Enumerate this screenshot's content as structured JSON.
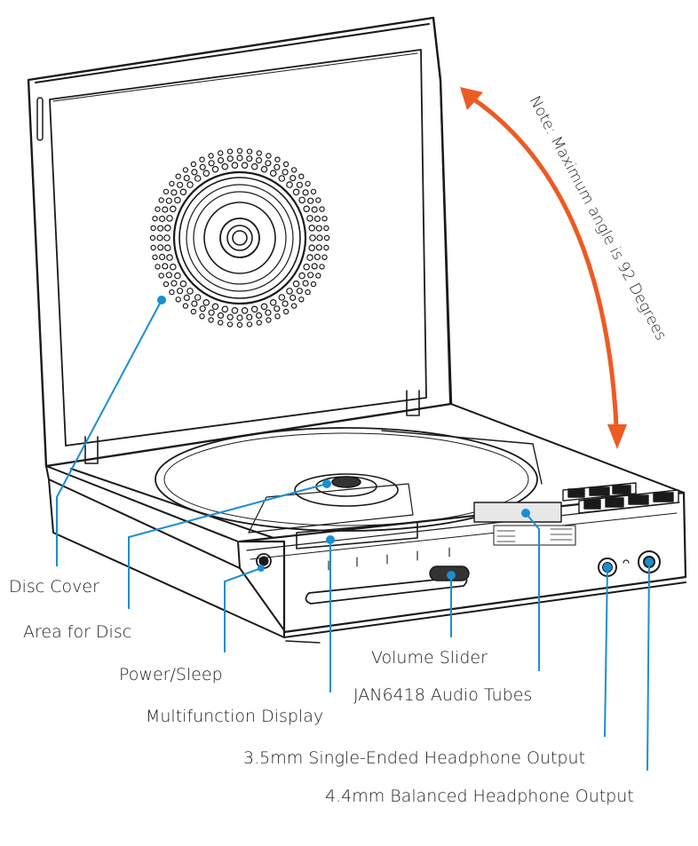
{
  "note": "Note: Maximum angle is 92 Degrees",
  "colors": {
    "callout": "#1a8fd0",
    "arrow": "#ee5a24",
    "ink": "#1a1a1a"
  },
  "labels": {
    "disc_cover": "Disc Cover",
    "area_for_disc": "Area for Disc",
    "power_sleep": "Power/Sleep",
    "multifunction_display": "Multifunction Display",
    "volume_slider": "Volume Slider",
    "audio_tubes": "JAN6418 Audio Tubes",
    "output_35": "3.5mm Single-Ended Headphone Output",
    "output_44": "4.4mm Balanced Headphone Output"
  }
}
